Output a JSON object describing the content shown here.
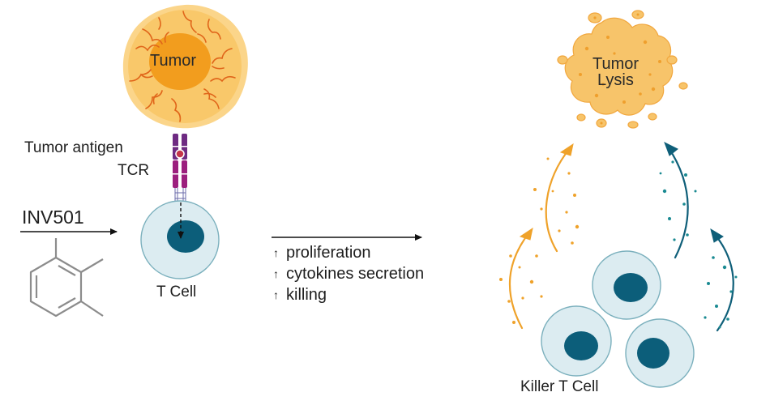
{
  "labels": {
    "tumor": "Tumor",
    "tumor_antigen": "Tumor antigen",
    "tcr": "TCR",
    "drug": "INV501",
    "t_cell": "T Cell",
    "tumor_lysis_line1": "Tumor",
    "tumor_lysis_line2": "Lysis",
    "killer_t_cell": "Killer T Cell"
  },
  "effects": [
    {
      "arrow": "↑",
      "text": "proliferation"
    },
    {
      "arrow": "↑",
      "text": "cytokines secretion"
    },
    {
      "arrow": "↑",
      "text": "killing"
    }
  ],
  "colors": {
    "tumor_outer": "#f9c86a",
    "tumor_core": "#f29d1e",
    "vessels": "#e0651a",
    "antigen": "#6e2b82",
    "tcr": "#9c1f7e",
    "cell_body": "#dcecf1",
    "cell_nucleus": "#0c5e7a",
    "orange_arrow": "#efa22a",
    "teal_arrow": "#1a8a92",
    "dark_teal_arrow": "#0f5f79",
    "molecule": "#8c8c8c"
  }
}
